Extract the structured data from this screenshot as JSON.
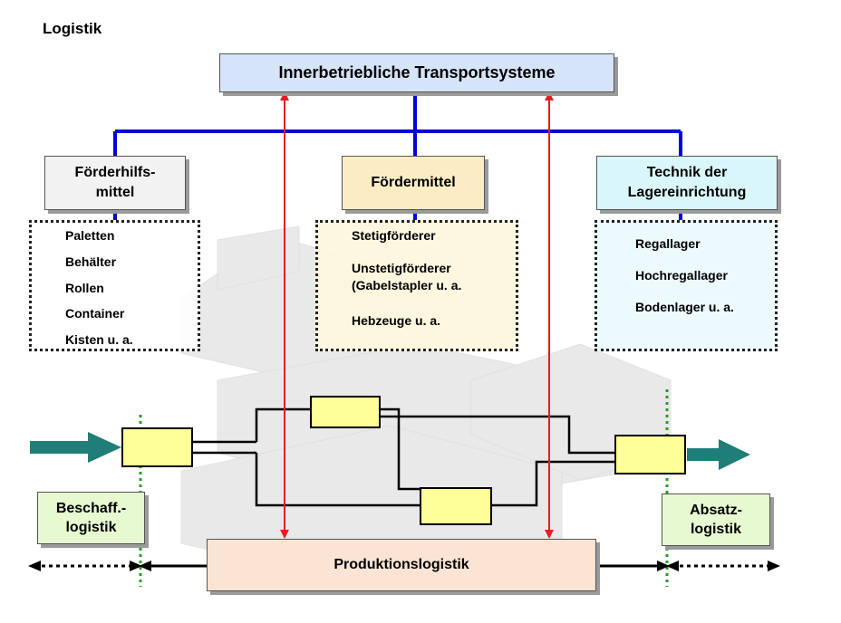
{
  "title": "Logistik",
  "top": "Innerbetriebliche Transportsysteme",
  "categories": [
    {
      "label": "Förderhilfs-\nmittel",
      "items": [
        "Paletten",
        "Behälter",
        "Rollen",
        "Container",
        "Kisten u. a."
      ]
    },
    {
      "label": "Fördermittel",
      "items": [
        "Stetigförderer",
        "Unstetigförderer\n(Gabelstapler u. a.",
        "Hebzeuge u. a."
      ]
    },
    {
      "label": "Technik der\nLagereinrichtung",
      "items": [
        "Regallager",
        "Hochregallager",
        "Bodenlager u. a."
      ]
    }
  ],
  "bottom": {
    "beschaffung": "Beschaff.-\nlogistik",
    "produktion": "Produktionslogistik",
    "absatz": "Absatz-\nlogistik"
  },
  "colors": {
    "top_fill": "#d6e4f7",
    "cat1_fill": "#f2f2f2",
    "cat2_fill": "#fbecc4",
    "cat3_fill": "#d9f6fb",
    "list1_fill": "#ffffff",
    "list2_fill": "#fdf6dc",
    "list3_fill": "#eafafd",
    "side_fill": "#e6f9d0",
    "prod_fill": "#fbe4d3",
    "station_fill": "#ffff99",
    "blue_line": "#0000dd",
    "red_arrow": "#e02020",
    "teal_arrow": "#1f7f78",
    "dotted_green": "#2a9a2a"
  }
}
